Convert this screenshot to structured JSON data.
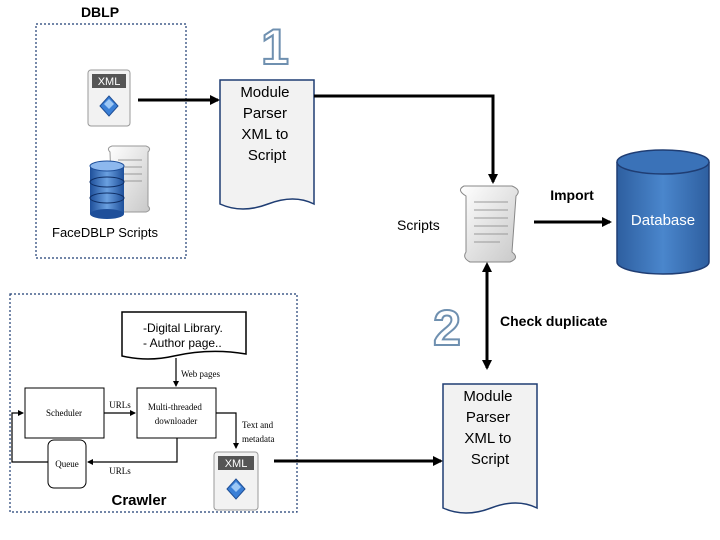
{
  "dblp_group": {
    "title": "DBLP",
    "scripts_label": "FaceDBLP Scripts"
  },
  "xml_icon": {
    "label": "XML"
  },
  "step_one": {
    "number": "1"
  },
  "step_two": {
    "number": "2"
  },
  "module_top": {
    "lines": [
      "Module",
      "Parser",
      "XML to",
      "Script"
    ]
  },
  "module_bottom": {
    "lines": [
      "Module",
      "Parser",
      "XML to",
      "Script"
    ]
  },
  "scripts": {
    "label": "Scripts"
  },
  "database": {
    "label": "Database",
    "color": "#3a72b8"
  },
  "edges": {
    "import_label": "Import",
    "check_duplicate_label": "Check duplicate"
  },
  "crawler": {
    "title": "Crawler",
    "sources": [
      "-Digital Library.",
      "- Author page.."
    ],
    "web_pages_label": "Web pages",
    "scheduler_label": "Scheduler",
    "downloader_lines": [
      "Multi-threaded",
      "downloader"
    ],
    "queue_label": "Queue",
    "urls_top_label": "URLs",
    "urls_bottom_label": "URLs",
    "text_metadata_lines": [
      "Text and",
      "metadata"
    ]
  }
}
